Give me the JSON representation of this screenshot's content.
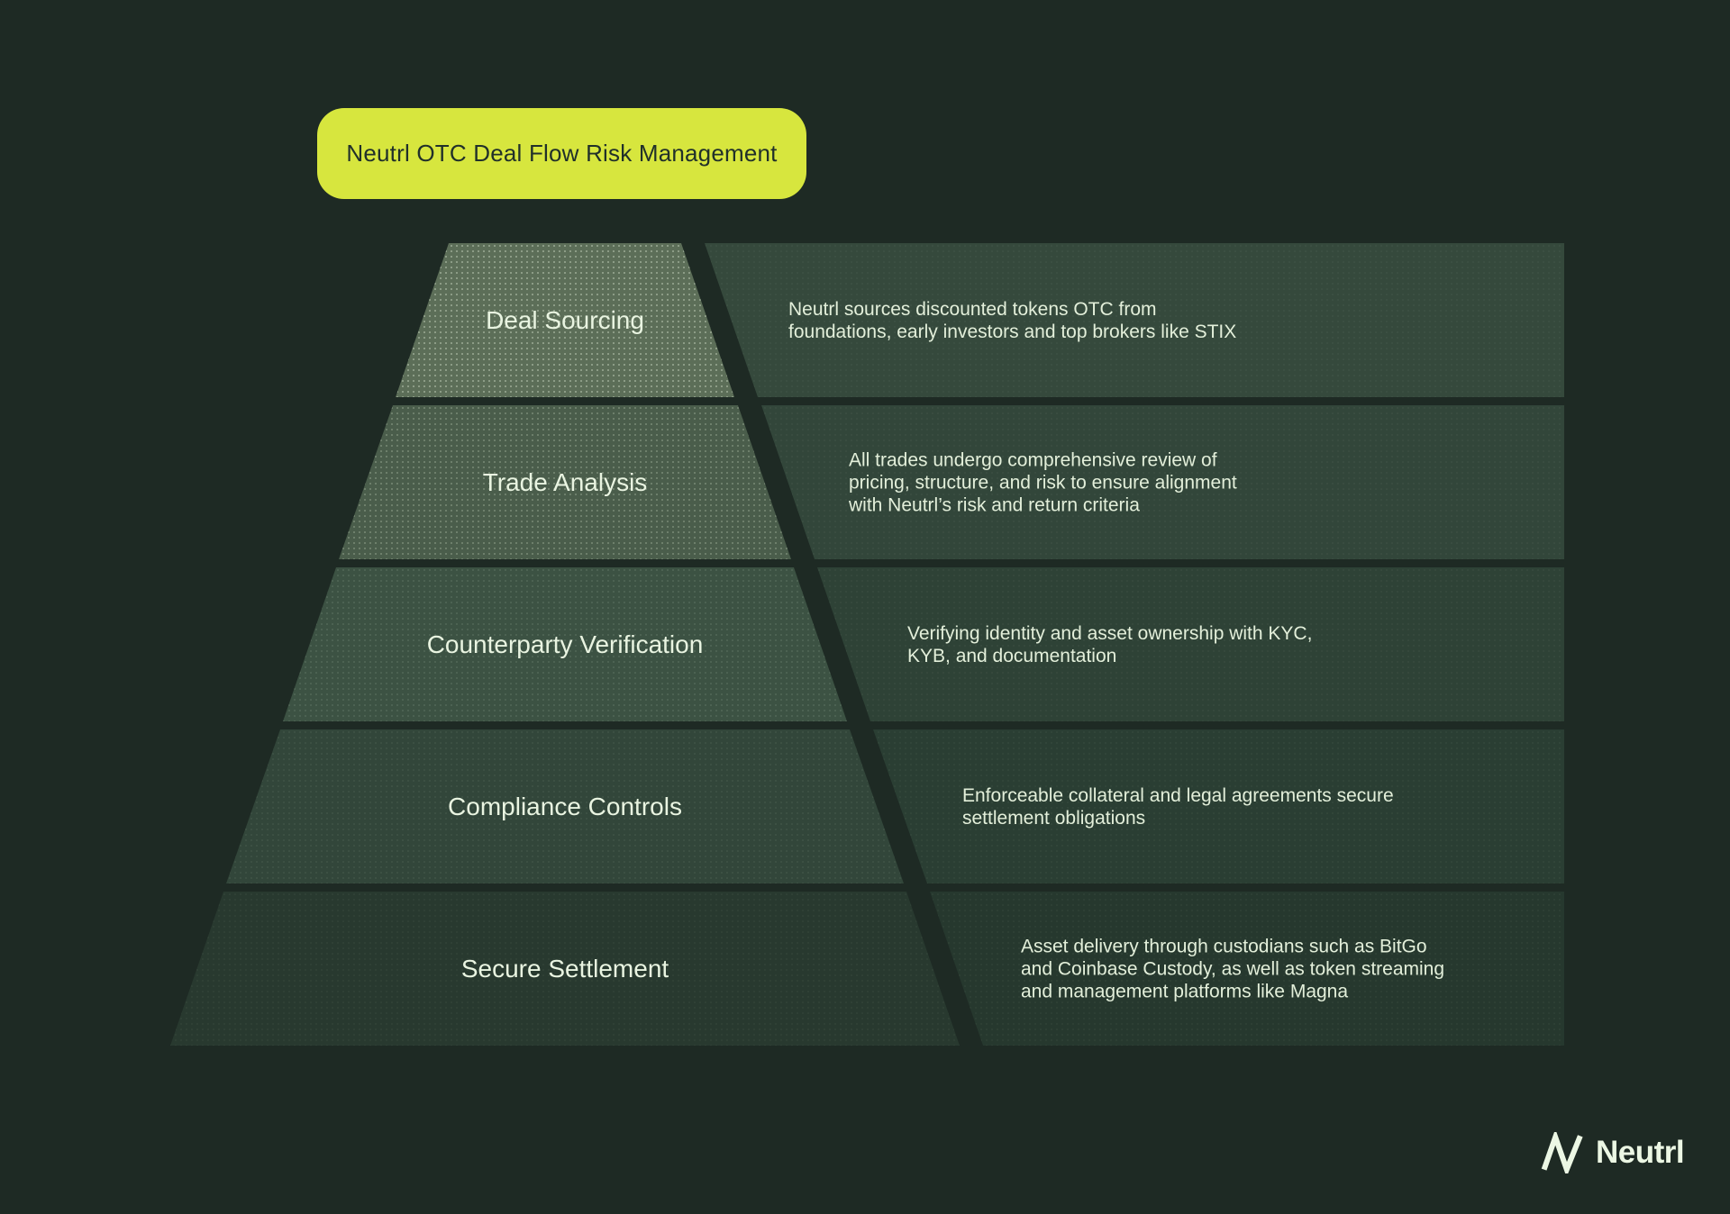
{
  "page": {
    "background": "#1e2a24",
    "text_color": "#e3efda"
  },
  "badge": {
    "label": "Neutrl OTC Deal Flow Risk Management",
    "bg": "#d7e63e",
    "text_color": "#21302a"
  },
  "pyramid": {
    "levels": [
      {
        "label": "Deal Sourcing",
        "lines": [
          "Neutrl sources discounted tokens OTC from",
          "foundations, early investors and top brokers like STIX"
        ],
        "tier_color": "#5c6e58",
        "panel_color": "#35493c",
        "dot_opacity": "0.5"
      },
      {
        "label": "Trade Analysis",
        "lines": [
          "All trades undergo comprehensive review of",
          "pricing, structure, and risk to ensure alignment",
          "with Neutrl’s risk and return criteria"
        ],
        "tier_color": "#4a5d4b",
        "panel_color": "#32463a",
        "dot_opacity": "0.32"
      },
      {
        "label": "Counterparty Verification",
        "lines": [
          "Verifying identity and asset ownership with KYC,",
          "KYB, and documentation"
        ],
        "tier_color": "#3c5243",
        "panel_color": "#2e4236",
        "dot_opacity": "0.14"
      },
      {
        "label": "Compliance Controls",
        "lines": [
          "Enforceable collateral and legal agreements secure",
          "settlement obligations"
        ],
        "tier_color": "#32463a",
        "panel_color": "#2a3e33",
        "dot_opacity": "0.08"
      },
      {
        "label": "Secure Settlement",
        "lines": [
          "Asset delivery through custodians such as BitGo",
          "and Coinbase Custody, as well as token streaming",
          "and management platforms like Magna"
        ],
        "tier_color": "#28392f",
        "panel_color": "#26382e",
        "dot_opacity": "0.05"
      }
    ]
  },
  "footer": {
    "brand": "Neutrl"
  }
}
